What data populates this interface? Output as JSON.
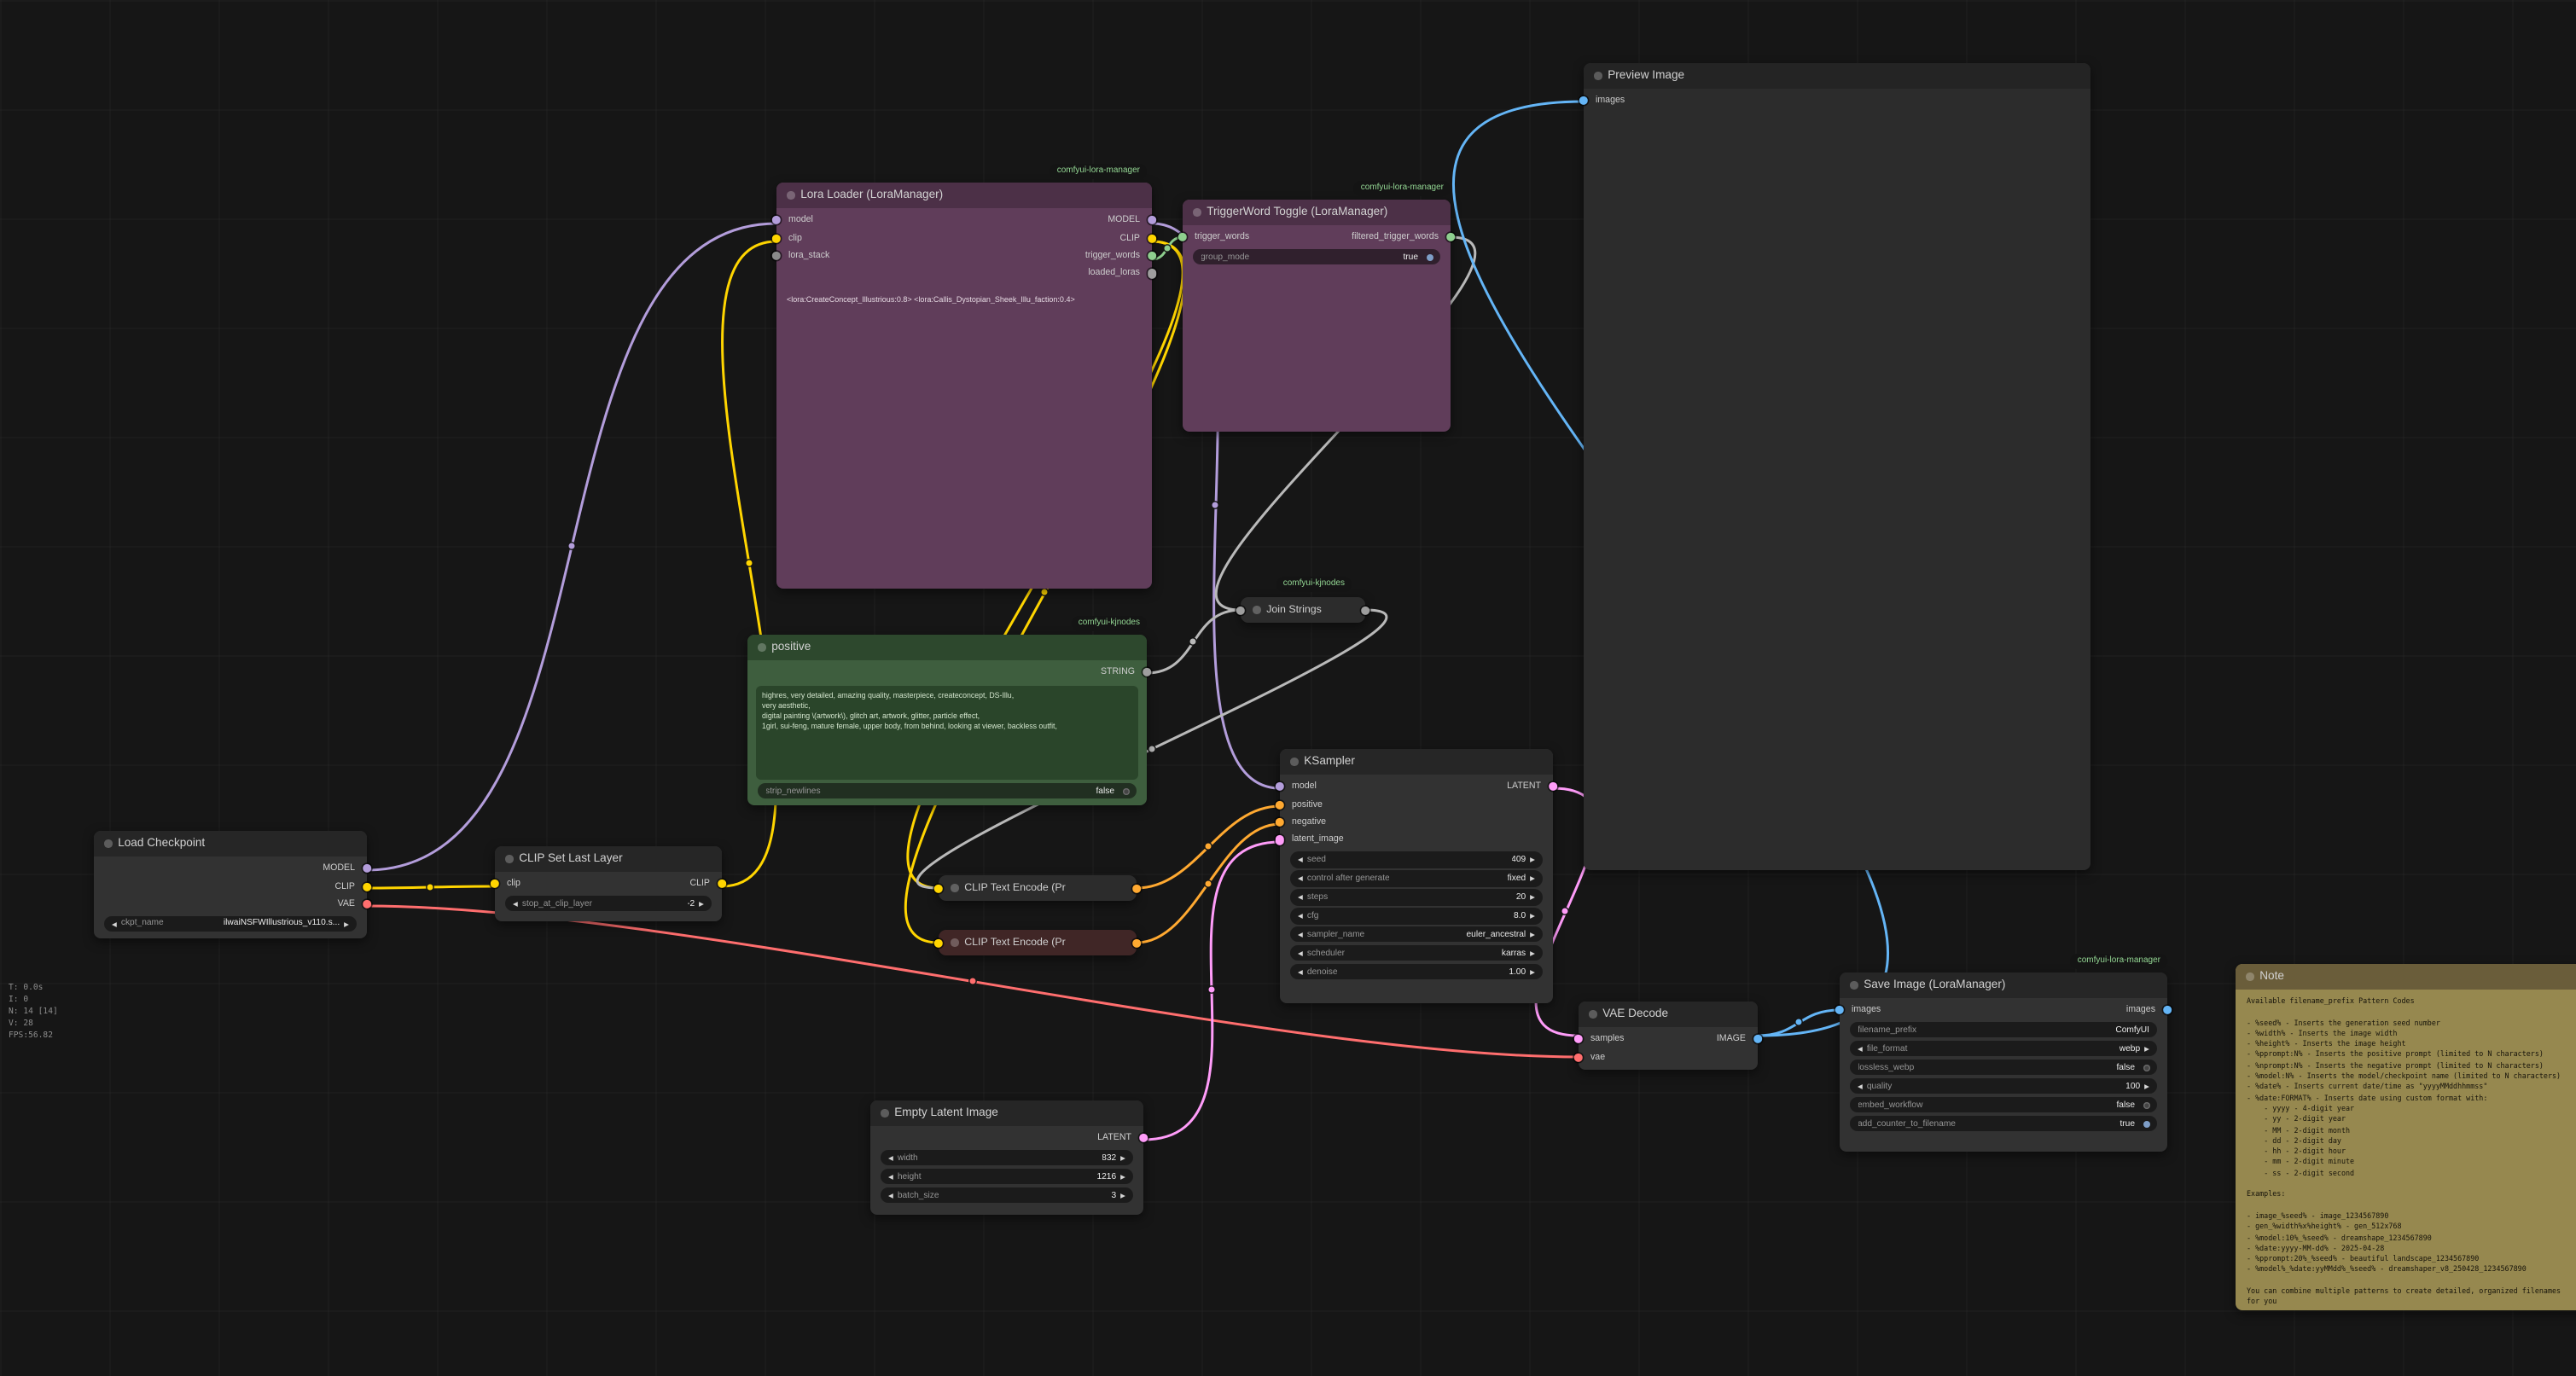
{
  "icons": {
    "combo_left": "◀",
    "combo_right": "▶"
  },
  "stats_overlay": "T: 0.0s\nI: 0\nN: 14 [14]\nV: 28\nFPS:56.82",
  "badges": {
    "lora_manager": "comfyui-lora-manager",
    "kjnodes": "comfyui-kjnodes"
  },
  "colors": {
    "model": "#b39ddb",
    "clip": "#ffd500",
    "vae": "#ff6e6e",
    "conditioning": "#ffa931",
    "latent": "#ff9cf9",
    "image": "#64b5f6",
    "string": "#b9b9b9",
    "trigger_words": "#8ecf8e",
    "badge_text": "#93d693"
  },
  "nodes": {
    "load_checkpoint": {
      "title": "Load Checkpoint",
      "outputs": [
        "MODEL",
        "CLIP",
        "VAE"
      ],
      "widgets": [
        {
          "name": "ckpt_name",
          "value": "ilwaiNSFWIllustrious_v110.s..."
        }
      ]
    },
    "clip_set_last_layer": {
      "title": "CLIP Set Last Layer",
      "inputs": [
        "clip"
      ],
      "outputs": [
        "CLIP"
      ],
      "widgets": [
        {
          "name": "stop_at_clip_layer",
          "value": "-2"
        }
      ]
    },
    "lora_loader": {
      "title": "Lora Loader (LoraManager)",
      "inputs": [
        "model",
        "clip",
        "lora_stack"
      ],
      "outputs": [
        "MODEL",
        "CLIP",
        "trigger_words",
        "loaded_loras"
      ],
      "text": "<lora:CreateConcept_Illustrious:0.8> <lora:Callis_Dystopian_Sheek_Illu_faction:0.4>"
    },
    "triggerword_toggle": {
      "title": "TriggerWord Toggle (LoraManager)",
      "inputs": [
        "trigger_words"
      ],
      "outputs": [
        "filtered_trigger_words"
      ],
      "widgets": [
        {
          "name": "group_mode",
          "value": "true"
        }
      ]
    },
    "positive": {
      "title": "positive",
      "outputs": [
        "STRING"
      ],
      "text": "highres, very detailed, amazing quality, masterpiece, createconcept, DS-Illu,\nvery aesthetic,\ndigital painting \\(artwork\\), glitch art, artwork, glitter, particle effect,\n1girl, sui-feng, mature female, upper body, from behind, looking at viewer, backless outfit,",
      "widgets": [
        {
          "name": "strip_newlines",
          "value": "false"
        }
      ]
    },
    "join_strings": {
      "title": "Join Strings"
    },
    "clip_text_encode_pos": {
      "title": "CLIP Text Encode (Pr"
    },
    "clip_text_encode_neg": {
      "title": "CLIP Text Encode (Pr"
    },
    "ksampler": {
      "title": "KSampler",
      "inputs": [
        "model",
        "positive",
        "negative",
        "latent_image"
      ],
      "outputs": [
        "LATENT"
      ],
      "widgets": [
        {
          "name": "seed",
          "value": "409"
        },
        {
          "name": "control after generate",
          "value": "fixed"
        },
        {
          "name": "steps",
          "value": "20"
        },
        {
          "name": "cfg",
          "value": "8.0"
        },
        {
          "name": "sampler_name",
          "value": "euler_ancestral"
        },
        {
          "name": "scheduler",
          "value": "karras"
        },
        {
          "name": "denoise",
          "value": "1.00"
        }
      ]
    },
    "empty_latent": {
      "title": "Empty Latent Image",
      "outputs": [
        "LATENT"
      ],
      "widgets": [
        {
          "name": "width",
          "value": "832"
        },
        {
          "name": "height",
          "value": "1216"
        },
        {
          "name": "batch_size",
          "value": "3"
        }
      ]
    },
    "vae_decode": {
      "title": "VAE Decode",
      "inputs": [
        "samples",
        "vae"
      ],
      "outputs": [
        "IMAGE"
      ]
    },
    "save_image": {
      "title": "Save Image (LoraManager)",
      "inputs": [
        "images"
      ],
      "outputs": [
        "images"
      ],
      "widgets": [
        {
          "name": "filename_prefix",
          "value": "ComfyUI"
        },
        {
          "name": "file_format",
          "value": "webp"
        },
        {
          "name": "lossless_webp",
          "value": "false"
        },
        {
          "name": "quality",
          "value": "100"
        },
        {
          "name": "embed_workflow",
          "value": "false"
        },
        {
          "name": "add_counter_to_filename",
          "value": "true"
        }
      ]
    },
    "preview_image": {
      "title": "Preview Image",
      "inputs": [
        "images"
      ]
    },
    "note": {
      "title": "Note",
      "text": "Available filename_prefix Pattern Codes\n\n- %seed% - Inserts the generation seed number\n- %width% - Inserts the image width\n- %height% - Inserts the image height\n- %pprompt:N% - Inserts the positive prompt (limited to N characters)\n- %nprompt:N% - Inserts the negative prompt (limited to N characters)\n- %model:N% - Inserts the model/checkpoint name (limited to N characters)\n- %date% - Inserts current date/time as \"yyyyMMddhhmmss\"\n- %date:FORMAT% - Inserts date using custom format with:\n    - yyyy - 4-digit year\n    - yy - 2-digit year\n    - MM - 2-digit month\n    - dd - 2-digit day\n    - hh - 2-digit hour\n    - mm - 2-digit minute\n    - ss - 2-digit second\n\nExamples:\n\n- image_%seed% - image_1234567890\n- gen_%width%x%height% - gen_512x768\n- %model:10%_%seed% - dreamshape_1234567890\n- %date:yyyy-MM-dd% - 2025-04-28\n- %pprompt:20%_%seed% - beautiful landscape_1234567890\n- %model%_%date:yyMMdd%_%seed% - dreamshaper_v8_250428_1234567890\n\nYou can combine multiple patterns to create detailed, organized filenames for you"
    }
  },
  "links": [
    {
      "from": "Load Checkpoint.MODEL",
      "to": "Lora Loader (LoraManager).model",
      "type": "MODEL"
    },
    {
      "from": "Load Checkpoint.CLIP",
      "to": "CLIP Set Last Layer.clip",
      "type": "CLIP"
    },
    {
      "from": "Load Checkpoint.VAE",
      "to": "VAE Decode.vae",
      "type": "VAE"
    },
    {
      "from": "CLIP Set Last Layer.CLIP",
      "to": "Lora Loader (LoraManager).clip",
      "type": "CLIP"
    },
    {
      "from": "Lora Loader (LoraManager).MODEL",
      "to": "KSampler.model",
      "type": "MODEL"
    },
    {
      "from": "Lora Loader (LoraManager).CLIP",
      "to": "CLIP Text Encode (Pr [positive].clip",
      "type": "CLIP"
    },
    {
      "from": "Lora Loader (LoraManager).CLIP",
      "to": "CLIP Text Encode (Pr [negative].clip",
      "type": "CLIP"
    },
    {
      "from": "Lora Loader (LoraManager).trigger_words",
      "to": "TriggerWord Toggle (LoraManager).trigger_words",
      "type": "STRING"
    },
    {
      "from": "TriggerWord Toggle (LoraManager).filtered_trigger_words",
      "to": "Join Strings.input",
      "type": "STRING"
    },
    {
      "from": "positive.STRING",
      "to": "Join Strings.input",
      "type": "STRING"
    },
    {
      "from": "Join Strings.output",
      "to": "CLIP Text Encode (Pr [positive].text",
      "type": "STRING"
    },
    {
      "from": "CLIP Text Encode (Pr [positive].CONDITIONING",
      "to": "KSampler.positive",
      "type": "CONDITIONING"
    },
    {
      "from": "CLIP Text Encode (Pr [negative].CONDITIONING",
      "to": "KSampler.negative",
      "type": "CONDITIONING"
    },
    {
      "from": "Empty Latent Image.LATENT",
      "to": "KSampler.latent_image",
      "type": "LATENT"
    },
    {
      "from": "KSampler.LATENT",
      "to": "VAE Decode.samples",
      "type": "LATENT"
    },
    {
      "from": "VAE Decode.IMAGE",
      "to": "Save Image (LoraManager).images",
      "type": "IMAGE"
    },
    {
      "from": "VAE Decode.IMAGE",
      "to": "Preview Image.images",
      "type": "IMAGE"
    }
  ]
}
